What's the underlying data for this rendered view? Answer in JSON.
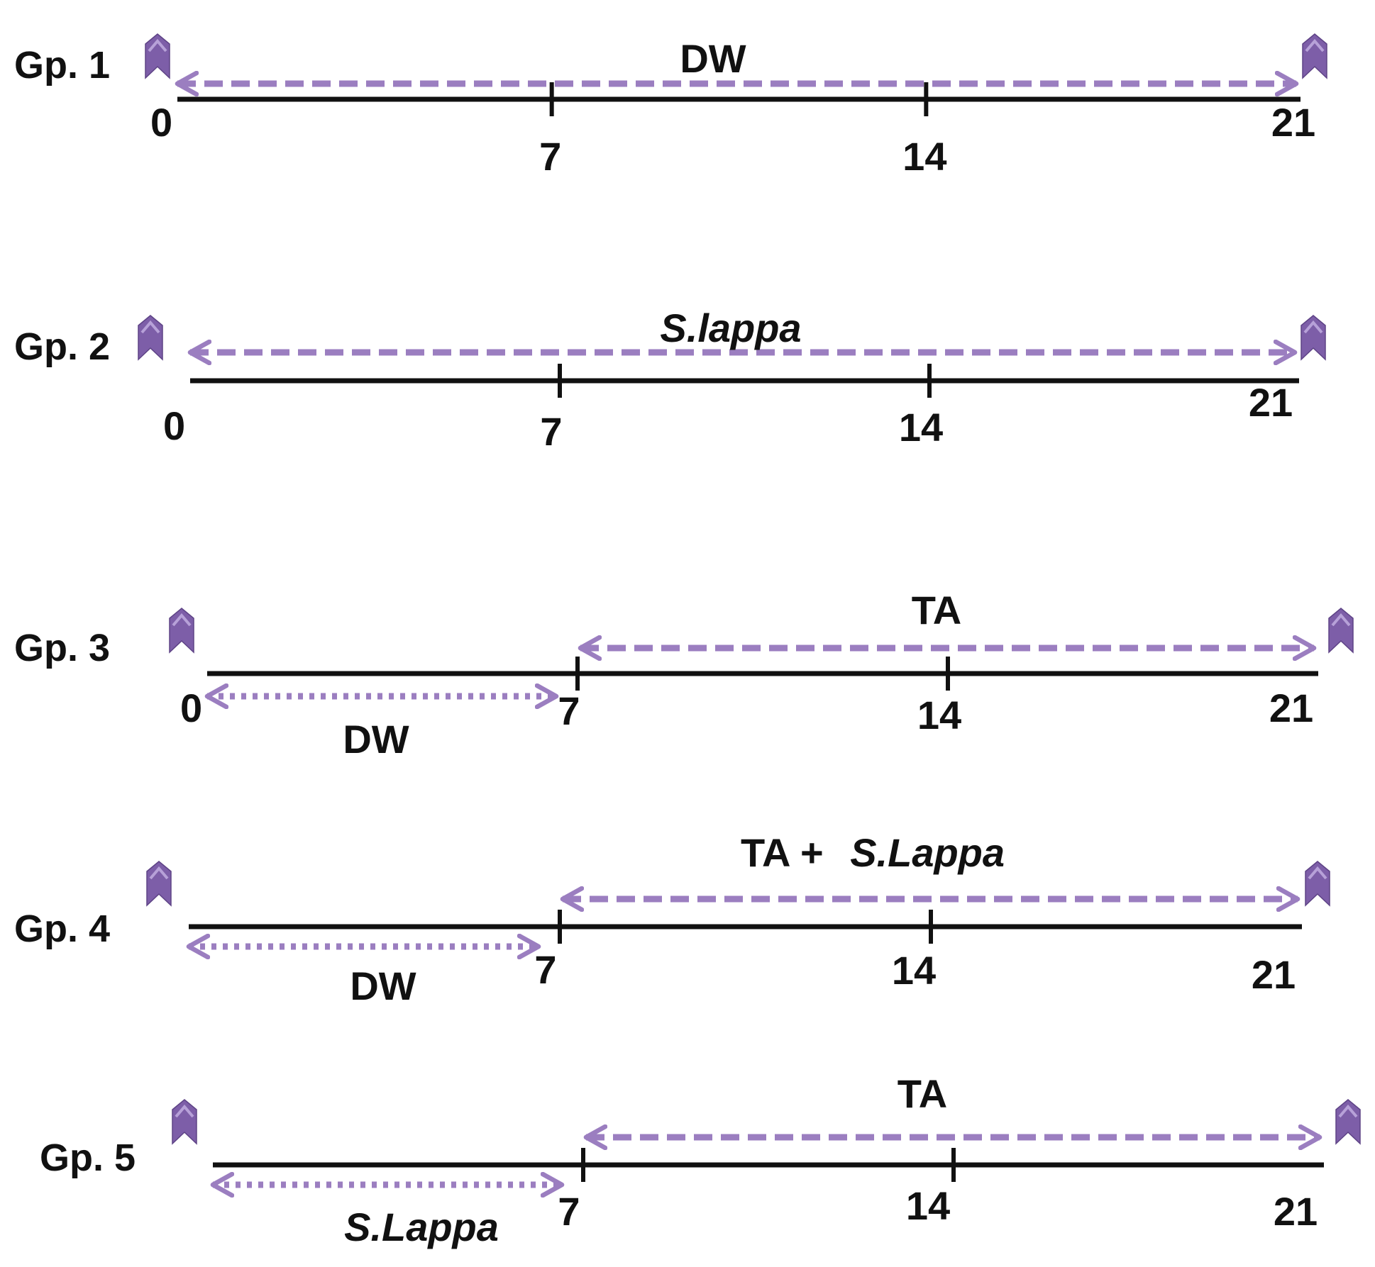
{
  "colors": {
    "timeline": "#111111",
    "arrow": "#9b7ec0",
    "marker": "#7d5ea8",
    "text": "#111111"
  },
  "icons": {
    "marker": "double-chevron-up-marker-icon"
  },
  "groups": [
    {
      "label": "Gp. 1",
      "ticks": [
        "0",
        "7",
        "14",
        "21"
      ],
      "spans": [
        {
          "text": "DW",
          "from": 0,
          "to": 21,
          "style": "dashed",
          "italic": false
        }
      ]
    },
    {
      "label": "Gp. 2",
      "ticks": [
        "0",
        "7",
        "14",
        "21"
      ],
      "spans": [
        {
          "text": "S.lappa",
          "from": 0,
          "to": 21,
          "style": "dashed",
          "italic": true
        }
      ]
    },
    {
      "label": "Gp. 3",
      "ticks": [
        "0",
        "7",
        "14",
        "21"
      ],
      "spans": [
        {
          "text": "TA",
          "from": 7,
          "to": 21,
          "style": "dashed",
          "italic": false
        },
        {
          "text": "DW",
          "from": 0,
          "to": 7,
          "style": "dotted",
          "italic": false
        }
      ]
    },
    {
      "label": "Gp. 4",
      "ticks": [
        "",
        "7",
        "14",
        "21"
      ],
      "spans": [
        {
          "text": "TA + ",
          "text2": "S.Lappa",
          "from": 7,
          "to": 21,
          "style": "dashed",
          "italic": false
        },
        {
          "text": "DW",
          "from": 0,
          "to": 7,
          "style": "dotted",
          "italic": false
        }
      ]
    },
    {
      "label": "Gp. 5",
      "ticks": [
        "",
        "7",
        "14",
        "21"
      ],
      "spans": [
        {
          "text": "TA",
          "from": 7,
          "to": 21,
          "style": "dashed",
          "italic": false
        },
        {
          "text": "S.Lappa",
          "from": 0,
          "to": 7,
          "style": "dotted",
          "italic": true
        }
      ]
    }
  ]
}
